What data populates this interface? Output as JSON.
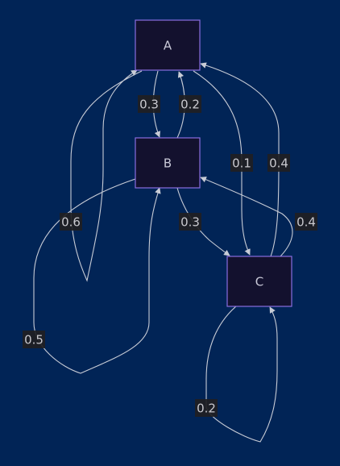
{
  "nodes": [
    {
      "id": "A",
      "label": "A"
    },
    {
      "id": "B",
      "label": "B"
    },
    {
      "id": "C",
      "label": "C"
    }
  ],
  "edges": [
    {
      "from": "A",
      "to": "B",
      "label": "0.3"
    },
    {
      "from": "B",
      "to": "A",
      "label": "0.2"
    },
    {
      "from": "A",
      "to": "C",
      "label": "0.1"
    },
    {
      "from": "C",
      "to": "A",
      "label": "0.4"
    },
    {
      "from": "B",
      "to": "C",
      "label": "0.3"
    },
    {
      "from": "C",
      "to": "B",
      "label": "0.4"
    },
    {
      "from": "A",
      "to": "A",
      "label": "0.6"
    },
    {
      "from": "B",
      "to": "B",
      "label": "0.5"
    },
    {
      "from": "C",
      "to": "C",
      "label": "0.2"
    }
  ],
  "colors": {
    "background": "#012456",
    "node_fill": "#13112e",
    "node_border": "#8a6de0",
    "edge": "#c8ccd6",
    "label_bg": "#1f1f22",
    "text": "#c9c9d8"
  }
}
